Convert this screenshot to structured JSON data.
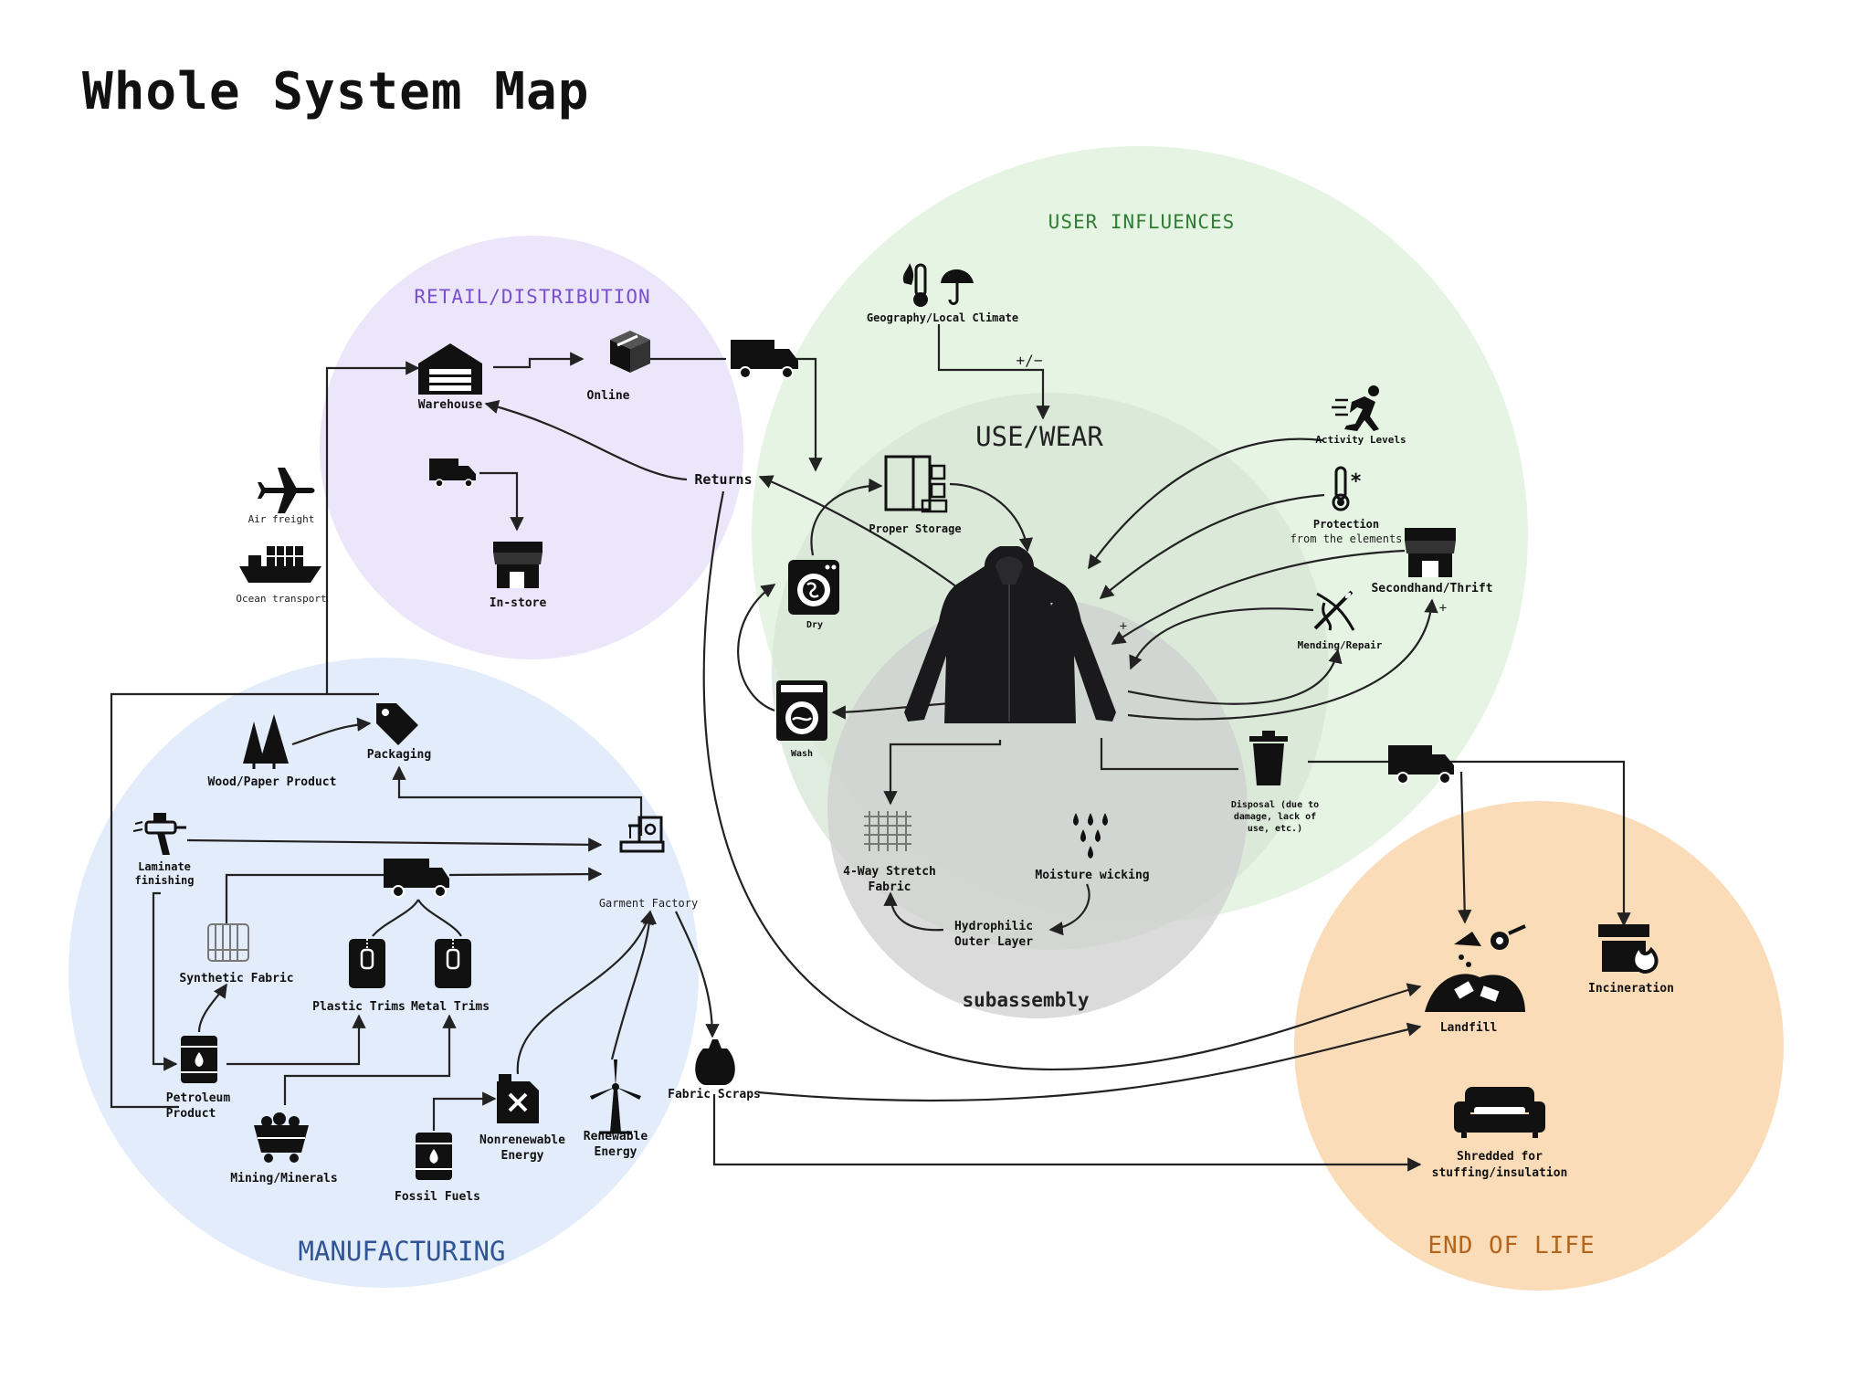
{
  "title": "Whole System Map",
  "colors": {
    "retail": "#7a4fd0",
    "user": "#2e7d32",
    "manufacturing": "#2f5597",
    "end_of_life": "#b4651b",
    "use_wear": "#222222"
  },
  "regions": {
    "retail": "RETAIL/DISTRIBUTION",
    "user": "USER INFLUENCES",
    "use_wear": "USE/WEAR",
    "subassembly": "subassembly",
    "manufacturing": "MANUFACTURING",
    "end_of_life": "END OF LIFE"
  },
  "nodes": {
    "warehouse": "Warehouse",
    "online": "Online",
    "in_store": "In-store",
    "returns": "Returns",
    "air_freight": "Air freight",
    "ocean_transport": "Ocean transport",
    "geography_l1": "Geography/Local Climate",
    "plus_minus": "+/−",
    "proper_storage": "Proper Storage",
    "dry": "Dry",
    "wash": "Wash",
    "activity_levels": "Activity Levels",
    "protection_l1": "Protection",
    "protection_l2": "from the elements",
    "secondhand": "Secondhand/Thrift",
    "mending": "Mending/Repair",
    "plus1": "+",
    "plus2": "+",
    "disposal_l1": "Disposal (due to",
    "disposal_l2": "damage, lack of",
    "disposal_l3": "use, etc.)",
    "fabric_l1": "4-Way Stretch",
    "fabric_l2": "Fabric",
    "moisture": "Moisture wicking",
    "hydrophilic_l1": "Hydrophilic",
    "hydrophilic_l2": "Outer Layer",
    "packaging": "Packaging",
    "wood_paper": "Wood/Paper Product",
    "laminate_l1": "Laminate",
    "laminate_l2": "finishing",
    "garment_factory": "Garment Factory",
    "synthetic_fabric": "Synthetic Fabric",
    "plastic_trims": "Plastic Trims",
    "metal_trims": "Metal Trims",
    "petroleum_l1": "Petroleum",
    "petroleum_l2": "Product",
    "mining": "Mining/Minerals",
    "fossil_fuels": "Fossil Fuels",
    "nonrenewable_l1": "Nonrenewable",
    "nonrenewable_l2": "Energy",
    "renewable_l1": "Renewable",
    "renewable_l2": "Energy",
    "fabric_scraps": "Fabric Scraps",
    "landfill": "Landfill",
    "incineration": "Incineration",
    "shredded_l1": "Shredded for",
    "shredded_l2": "stuffing/insulation"
  }
}
